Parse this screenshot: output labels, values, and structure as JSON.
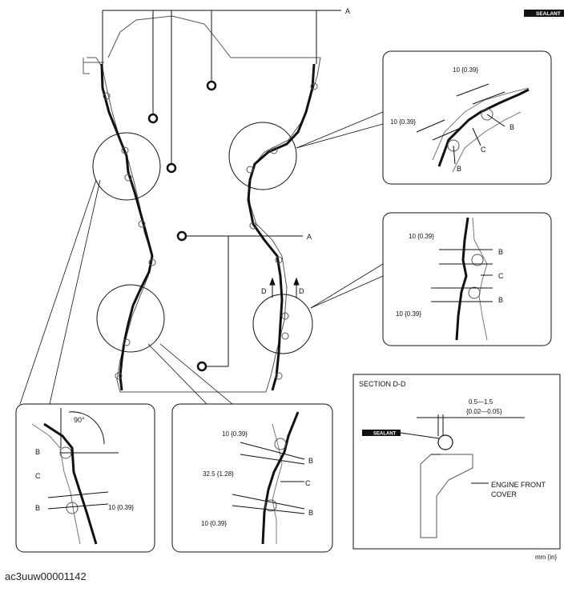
{
  "labels": {
    "a": "A",
    "b": "B",
    "c": "C",
    "d": "D",
    "sealant": "SEALANT",
    "units": "mm {in}",
    "angle_90": "90°",
    "dim_10": "10 {0.39}",
    "dim_32_5": "32.5 {1.28}",
    "section_title": "SECTION D-D",
    "gap_range_mm": "0.5—1.5",
    "gap_range_in": "{0.02—0.05}",
    "engine_front_line1": "ENGINE FRONT",
    "engine_front_line2": "COVER"
  },
  "caption": "ac3uuw00001142"
}
